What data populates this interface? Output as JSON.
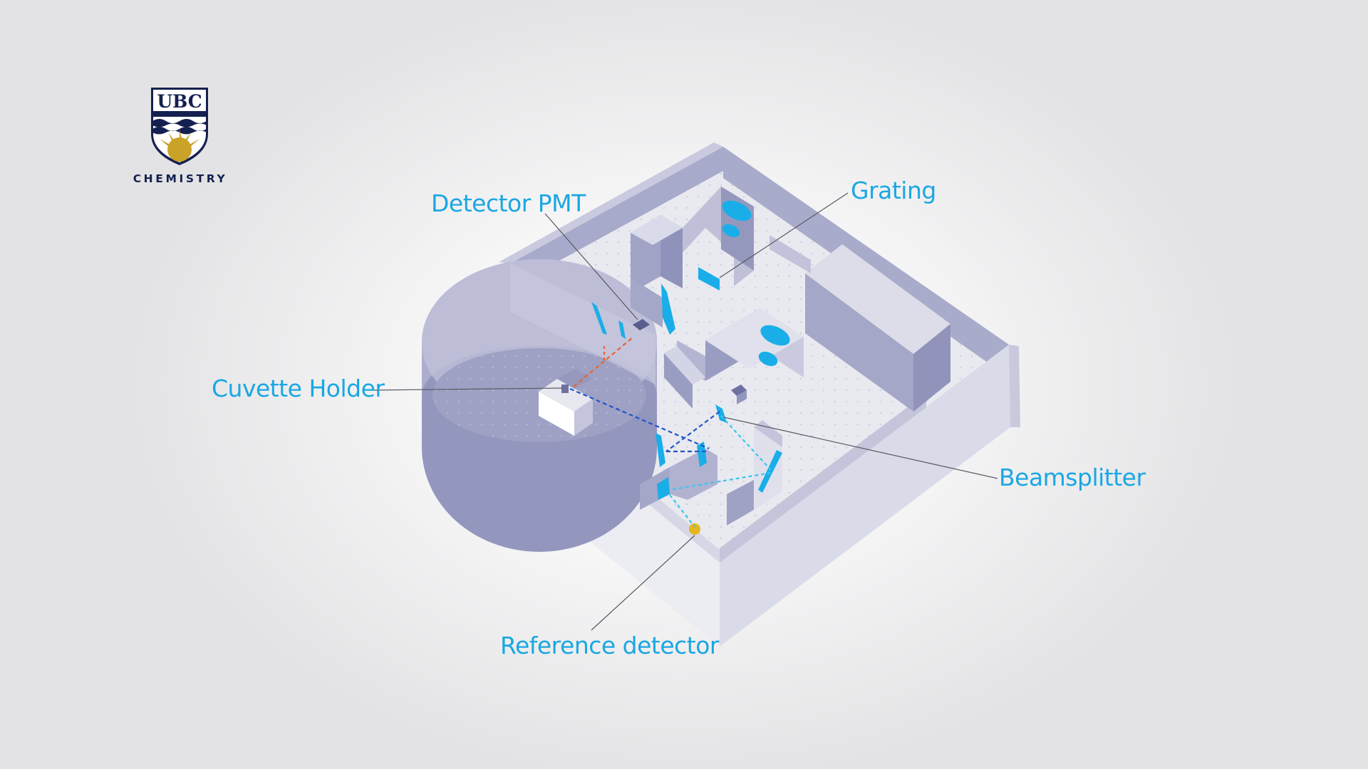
{
  "logo": {
    "monogram": "UBC",
    "department": "CHEMISTRY"
  },
  "callouts": {
    "detector_pmt": "Detector PMT",
    "grating": "Grating",
    "cuvette_holder": "Cuvette Holder",
    "beamsplitter": "Beamsplitter",
    "reference_detector": "Reference detector"
  },
  "colors": {
    "label_blue": "#1aa7e2",
    "optic_blue": "#19aee8",
    "enclosure_light": "#dcdde9",
    "enclosure_mid": "#b7b8d0",
    "enclosure_dark": "#9598bd",
    "emission_beam": "#e8642e",
    "excitation_beam": "#1f56c8",
    "reference_beam": "#39c6ea",
    "reference_detector": "#e5b71f",
    "logo_navy": "#142050",
    "logo_gold": "#c9a227"
  }
}
